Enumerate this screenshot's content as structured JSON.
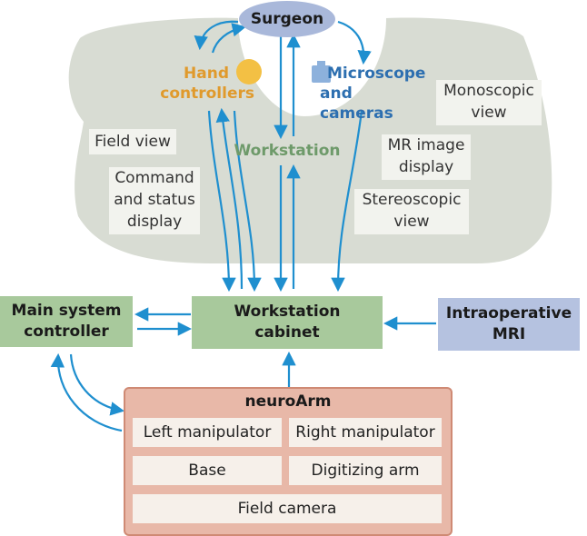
{
  "surgeon": "Surgeon",
  "hand_controllers": [
    "Hand",
    "controllers"
  ],
  "microscope": [
    "Microscope",
    "and cameras"
  ],
  "workstation_label": "Workstation",
  "field_view": "Field view",
  "command_status": [
    "Command",
    "and status",
    "display"
  ],
  "monoscopic": [
    "Monoscopic",
    "view"
  ],
  "mr_image": [
    "MR image",
    "display"
  ],
  "stereoscopic": [
    "Stereoscopic",
    "view"
  ],
  "main_controller": [
    "Main system",
    "controller"
  ],
  "workstation_cabinet": [
    "Workstation",
    "cabinet"
  ],
  "intraoperative_mri": [
    "Intraoperative",
    "MRI"
  ],
  "neuroarm": {
    "title": "neuroArm",
    "left_manipulator": "Left manipulator",
    "right_manipulator": "Right manipulator",
    "base": "Base",
    "digitizing_arm": "Digitizing arm",
    "field_camera": "Field camera"
  },
  "colors": {
    "arrow": "#1f8fcf",
    "surgeon_fill": "#a9b8da",
    "green_box": "#a8c99c",
    "mri_box": "#b5c2e0",
    "neuroarm_fill": "#e8b8a8",
    "neuroarm_border": "#cf8a74",
    "hand_orange": "#e09a2c",
    "microscope_blue": "#2d6fb0",
    "workstation_green": "#6e9a6a",
    "console_fill": "#d8dcd3"
  }
}
